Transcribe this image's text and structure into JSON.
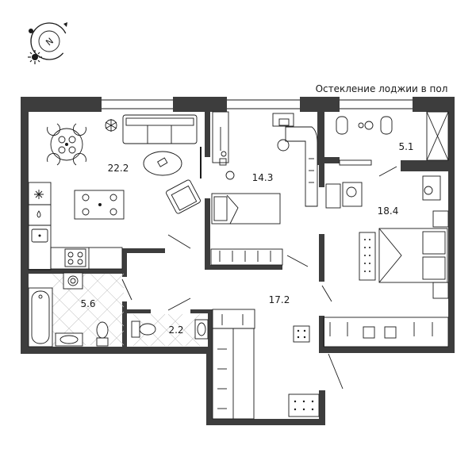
{
  "compass": {
    "letter": "N",
    "icon": "compass-icon",
    "sun_icon": "sun-icon"
  },
  "caption": "Остекление лоджии в пол",
  "rooms": {
    "living_kitchen": "22.2",
    "bedroom_small": "14.3",
    "loggia": "5.1",
    "bedroom_master": "18.4",
    "hall": "17.2",
    "bathroom": "5.6",
    "wc": "2.2"
  },
  "colors": {
    "wall": "#3d3d3d",
    "line": "#1a1a1a",
    "tile": "#c9c9c9"
  }
}
